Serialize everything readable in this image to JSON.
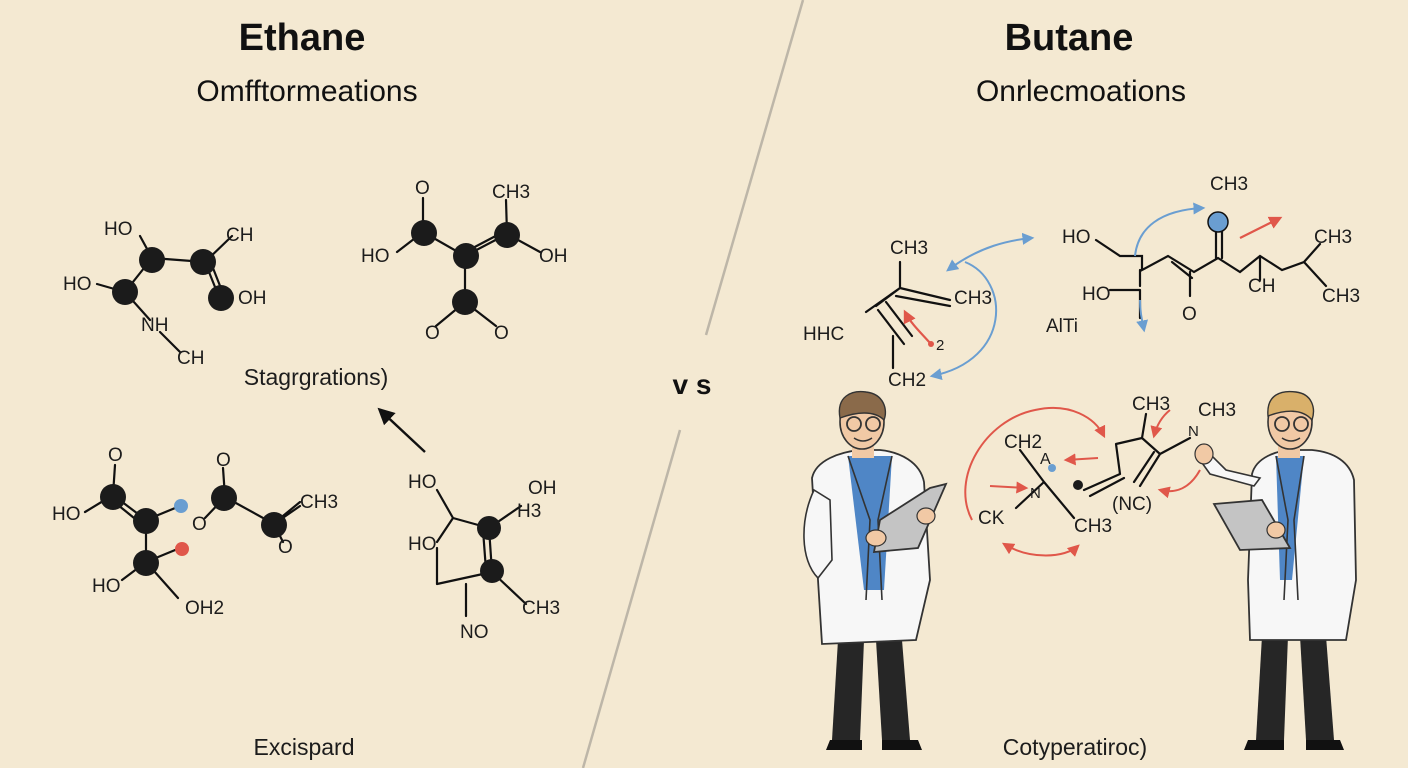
{
  "left_panel": {
    "title": "Ethane",
    "subtitle": "Omfftormeations",
    "mid_caption": "Stagrgrations)",
    "bottom_caption": "Excispard",
    "mol1": {
      "ho_top": "HO",
      "ch": "CH",
      "ho_left": "HO",
      "oh": "OH",
      "nh": "NH",
      "ch_bottom": "CH"
    },
    "mol2": {
      "o_top": "O",
      "ch3": "CH3",
      "ho": "HO",
      "oh": "OH",
      "o_left": "O",
      "o_right": "O"
    },
    "mol3": {
      "o1": "O",
      "o2": "O",
      "ho": "HO",
      "ch3": "CH3",
      "o3": "O",
      "o4": "O",
      "ho_low": "HO",
      "oh2": "OH2"
    },
    "mol4": {
      "ho_top": "HO",
      "oh": "OH",
      "h3": "H3",
      "ho_mid": "HO",
      "ch3": "CH3",
      "no": "NO"
    }
  },
  "center_label": "v s",
  "right_panel": {
    "title": "Butane",
    "subtitle": "Onrlecmoations",
    "bottom_caption": "Cotyperatiroc)",
    "mol5": {
      "ch3_top": "CH3",
      "ch3_right": "CH3",
      "hhc": "HHC",
      "num": "2",
      "ch2": "CH2"
    },
    "mol6": {
      "ch3_top": "CH3",
      "ho_top": "HO",
      "ho": "HO",
      "alti": "AlTi",
      "o": "O",
      "ch": "CH",
      "ch3_r1": "CH3",
      "ch3_r2": "CH3"
    },
    "mol7": {
      "ch3_a": "CH3",
      "ch3_b": "CH3",
      "ch2": "CH2",
      "a": "A",
      "n": "N",
      "ck": "CK",
      "ch3_c": "CH3",
      "nc": "(NC)",
      "n2": "N"
    }
  },
  "colors": {
    "background": "#f4e9d2",
    "blue": "#6a9ed1",
    "red": "#e0574a",
    "coat": "#f7f7f7",
    "shirt": "#4f86c6",
    "hair": "#8a6a4a",
    "hair2": "#d9b06a"
  }
}
